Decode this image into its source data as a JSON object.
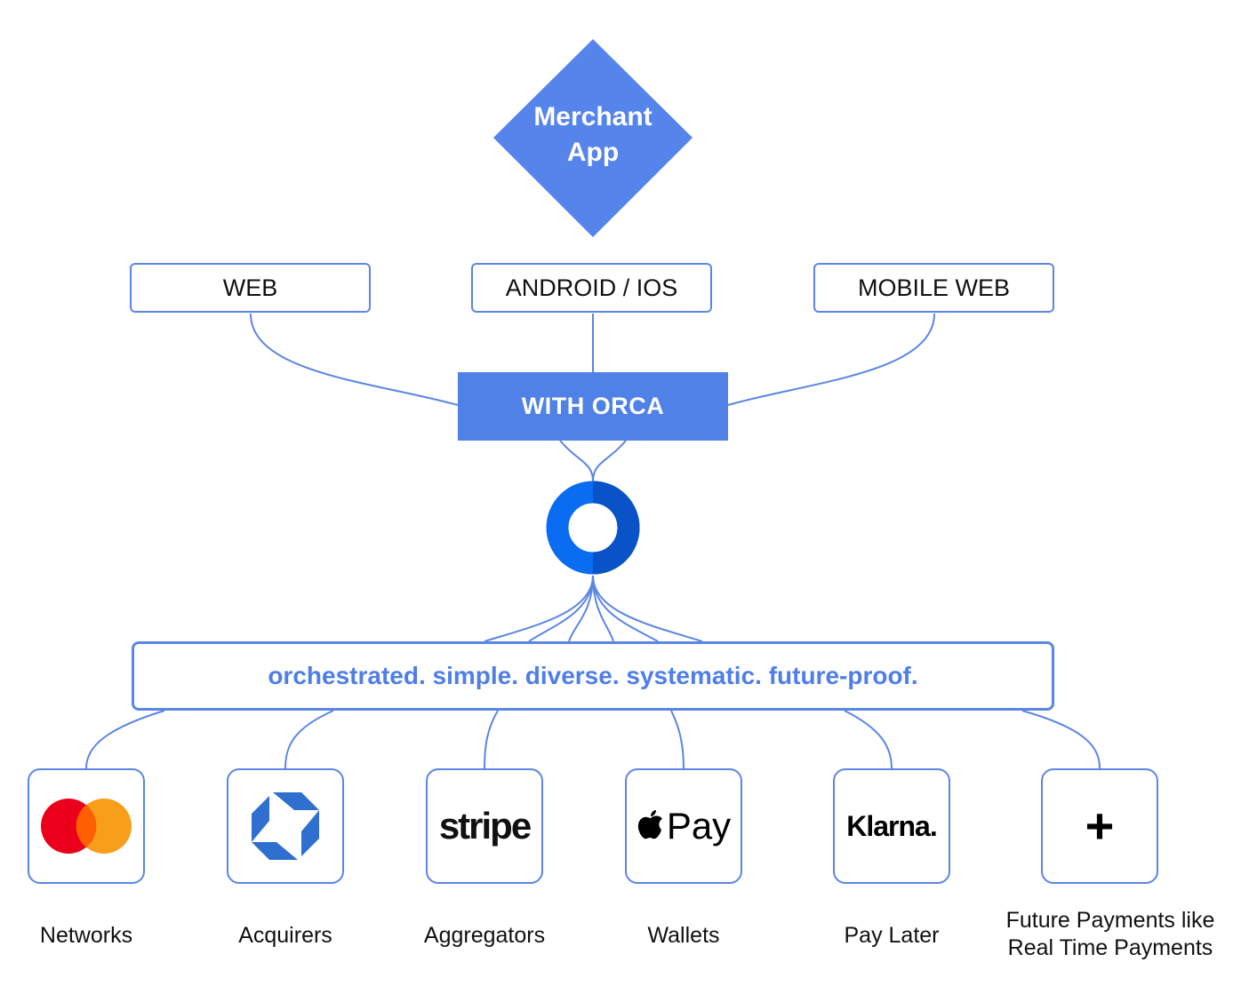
{
  "merchant": {
    "line1": "Merchant",
    "line2": "App"
  },
  "platforms": [
    "WEB",
    "ANDROID / IOS",
    "MOBILE WEB"
  ],
  "orca": {
    "label": "WITH ORCA"
  },
  "tagline": "orchestrated. simple. diverse. systematic. future-proof.",
  "logos": {
    "stripe": "stripe",
    "apple_pay": "Pay",
    "klarna": "Klarna.",
    "plus": "+"
  },
  "categories": [
    "Networks",
    "Acquirers",
    "Aggregators",
    "Wallets",
    "Pay Later",
    "Future Payments like",
    "Real Time Payments"
  ],
  "colors": {
    "accent": "#4f81e6",
    "line": "#5b86e5",
    "tagline_text": "#4f7ee8",
    "logo_blue_light": "#0a6cf0",
    "logo_blue_dark": "#0a52c7"
  }
}
